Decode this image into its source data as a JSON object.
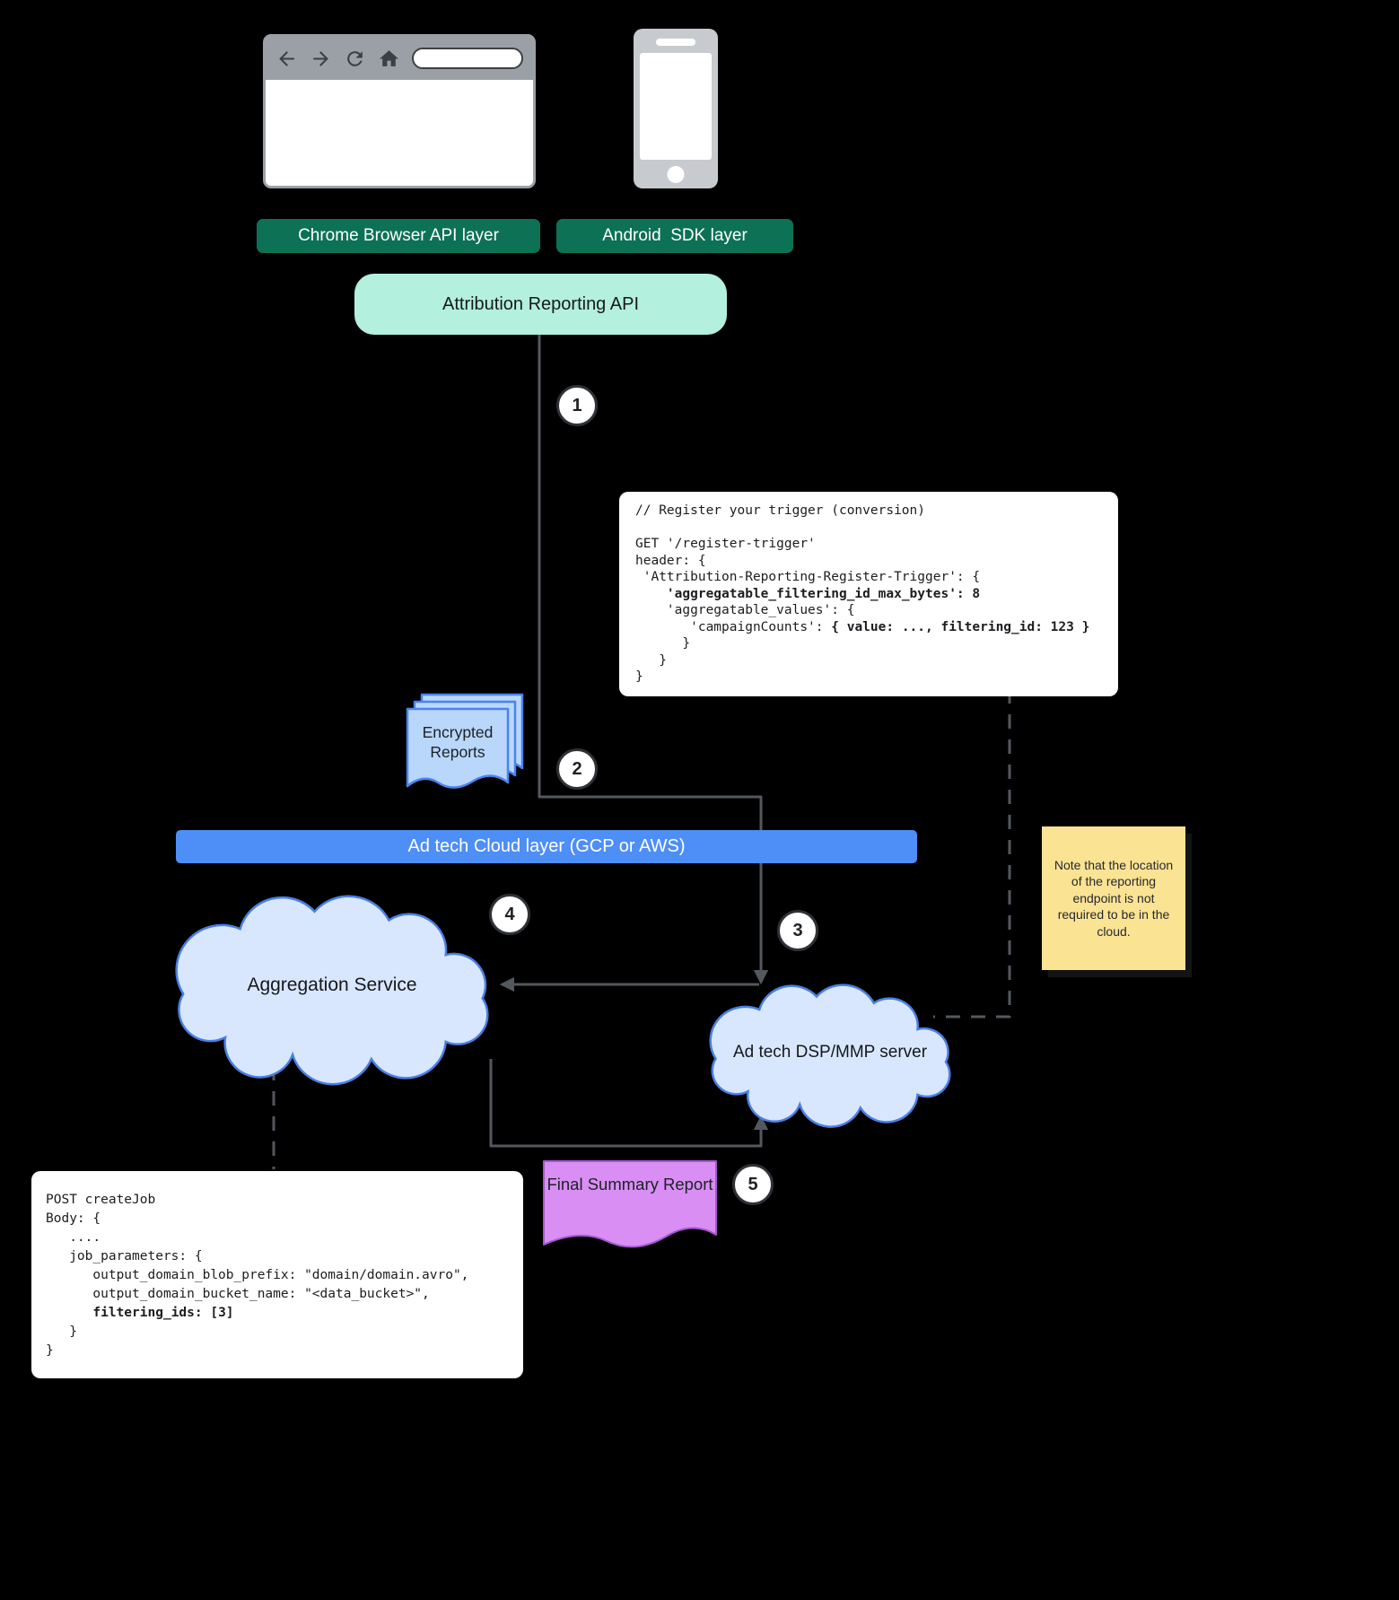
{
  "colors": {
    "background": "#000000",
    "layer_button_green": "#0d7155",
    "attribution_api_mint": "#b3f0dd",
    "cloud_layer_blue": "#4d8ef7",
    "report_doc_blue_fill": "#b9d7fb",
    "report_doc_blue_stroke": "#4b83ee",
    "cloud_fill": "#d8e7fd",
    "cloud_stroke": "#4a7fe2",
    "sticky_yellow": "#fbe394",
    "summary_report_purple": "#d88ef3",
    "connector_gray": "#53585e"
  },
  "icons": {
    "browser_toolbar": [
      "back-icon",
      "forward-icon",
      "refresh-icon",
      "home-icon"
    ],
    "device": [
      "browser-window-illustration",
      "android-phone-illustration"
    ]
  },
  "labels": {
    "chrome_layer": "Chrome Browser API layer",
    "android_layer": "Android  SDK layer",
    "attribution_api": "Attribution Reporting API",
    "encrypted_reports": "Encrypted Reports",
    "cloud_layer": "Ad tech Cloud layer (GCP or AWS)",
    "aggregation_service": "Aggregation Service",
    "dsp_server": "Ad tech DSP/MMP server",
    "final_summary": "Final Summary Report"
  },
  "steps": [
    "1",
    "2",
    "3",
    "4",
    "5"
  ],
  "note": {
    "text": "Note that the location of the reporting endpoint is not required to be in the cloud."
  },
  "code_register_trigger": {
    "lines": [
      [
        {
          "t": "// Register your trigger (conversion)"
        }
      ],
      [
        {
          "t": ""
        }
      ],
      [
        {
          "t": "GET '/register-trigger'"
        }
      ],
      [
        {
          "t": "header: {"
        }
      ],
      [
        {
          "t": " 'Attribution-Reporting-Register-Trigger': {"
        }
      ],
      [
        {
          "t": "    "
        },
        {
          "t": "'aggregatable_filtering_id_max_bytes': 8",
          "b": true
        }
      ],
      [
        {
          "t": "    'aggregatable_values': {"
        }
      ],
      [
        {
          "t": "       'campaignCounts': "
        },
        {
          "t": "{ value: ..., filtering_id: 123 }",
          "b": true
        }
      ],
      [
        {
          "t": "      }"
        }
      ],
      [
        {
          "t": "   }"
        }
      ],
      [
        {
          "t": "}"
        }
      ]
    ]
  },
  "code_create_job": {
    "lines": [
      [
        {
          "t": "POST createJob"
        }
      ],
      [
        {
          "t": "Body: {"
        }
      ],
      [
        {
          "t": "   ...."
        }
      ],
      [
        {
          "t": "   job_parameters: {"
        }
      ],
      [
        {
          "t": "      output_domain_blob_prefix: \"domain/domain.avro\","
        }
      ],
      [
        {
          "t": "      output_domain_bucket_name: \"<data_bucket>\","
        }
      ],
      [
        {
          "t": "      "
        },
        {
          "t": "filtering_ids: [3]",
          "b": true
        }
      ],
      [
        {
          "t": "   }"
        }
      ],
      [
        {
          "t": "}"
        }
      ]
    ]
  }
}
